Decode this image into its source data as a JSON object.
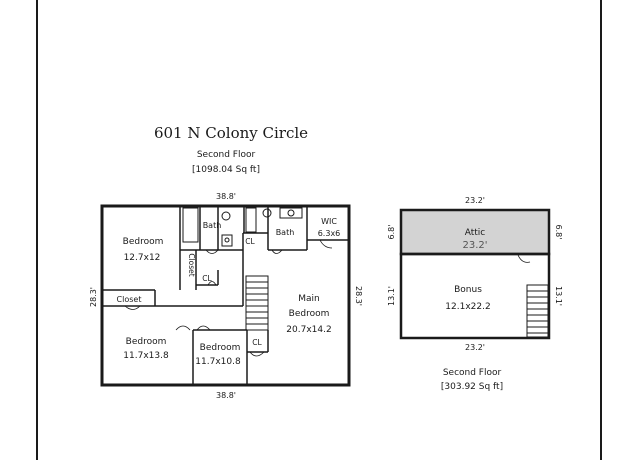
{
  "address": "601 N Colony Circle",
  "main_plan": {
    "floor": "Second Floor",
    "area": "[1098.04 Sq ft]",
    "dim_top": "38.8'",
    "dim_bottom": "38.8'",
    "dim_left": "28.3'",
    "dim_right": "28.3'",
    "rooms": {
      "bedroom_nw": {
        "name": "Bedroom",
        "size": "12.7x12"
      },
      "closet_vertical": "Closet",
      "bath_left": "Bath",
      "bath_right": "Bath",
      "cl_1": "CL",
      "cl_2": "CL",
      "cl_3": "CL",
      "wic": {
        "name": "WIC",
        "size": "6.3x6"
      },
      "closet_hall": "Closet",
      "main_bedroom": {
        "name": "Main",
        "name2": "Bedroom",
        "size": "20.7x14.2"
      },
      "bedroom_sw": {
        "name": "Bedroom",
        "size": "11.7x13.8"
      },
      "bedroom_s": {
        "name": "Bedroom",
        "size": "11.7x10.8"
      }
    }
  },
  "bonus_plan": {
    "floor": "Second Floor",
    "area": "[303.92 Sq ft]",
    "dim_top": "23.2'",
    "dim_bottom": "23.2'",
    "attic": {
      "name": "Attic",
      "size": "23.2'"
    },
    "attic_left": "6.8'",
    "attic_right": "6.8'",
    "bonus": {
      "name": "Bonus",
      "size": "12.1x22.2"
    },
    "bonus_left": "13.1'",
    "bonus_right": "13.1'"
  },
  "colors": {
    "wall": "#1a1a1a",
    "attic_fill": "#d3d3d3",
    "background": "#ffffff"
  }
}
